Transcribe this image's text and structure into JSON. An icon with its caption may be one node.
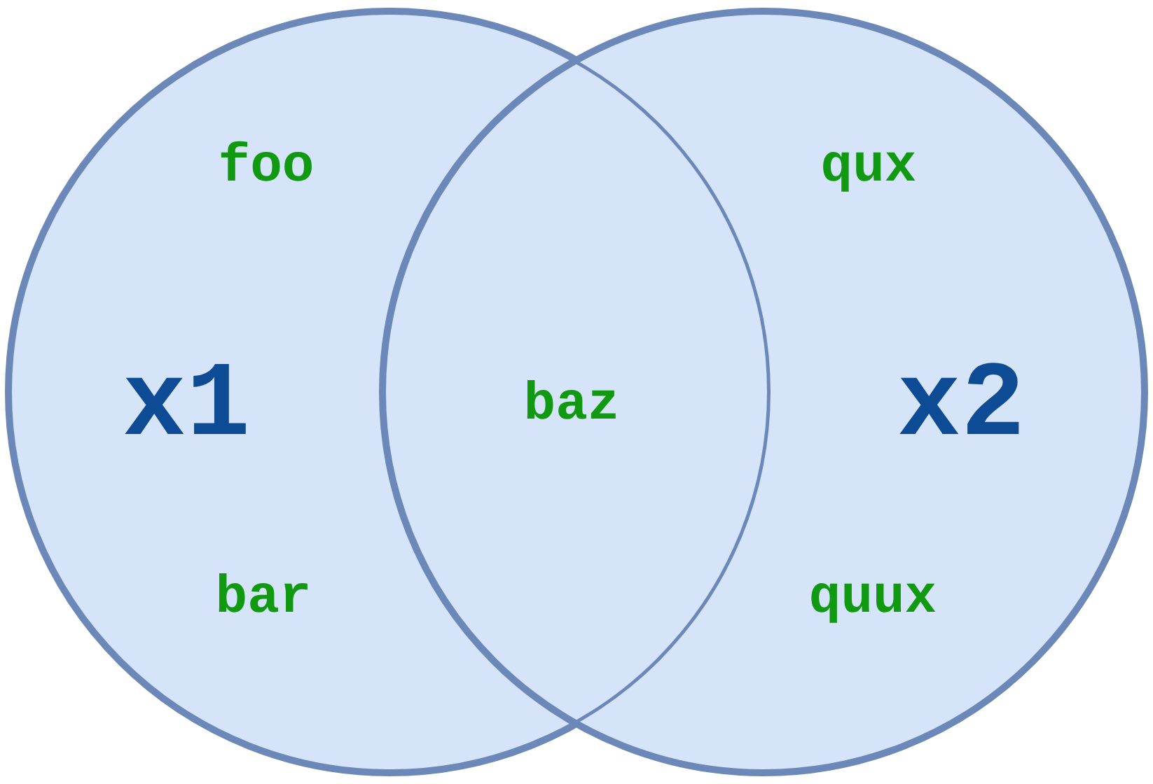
{
  "diagram": {
    "nodes": [
      {
        "text": [
          "foo",
          "x1",
          "bar"
        ]
      },
      {
        "text": [
          "qux",
          "x2",
          "quux"
        ]
      }
    ],
    "labels": [
      "baz"
    ]
  }
}
